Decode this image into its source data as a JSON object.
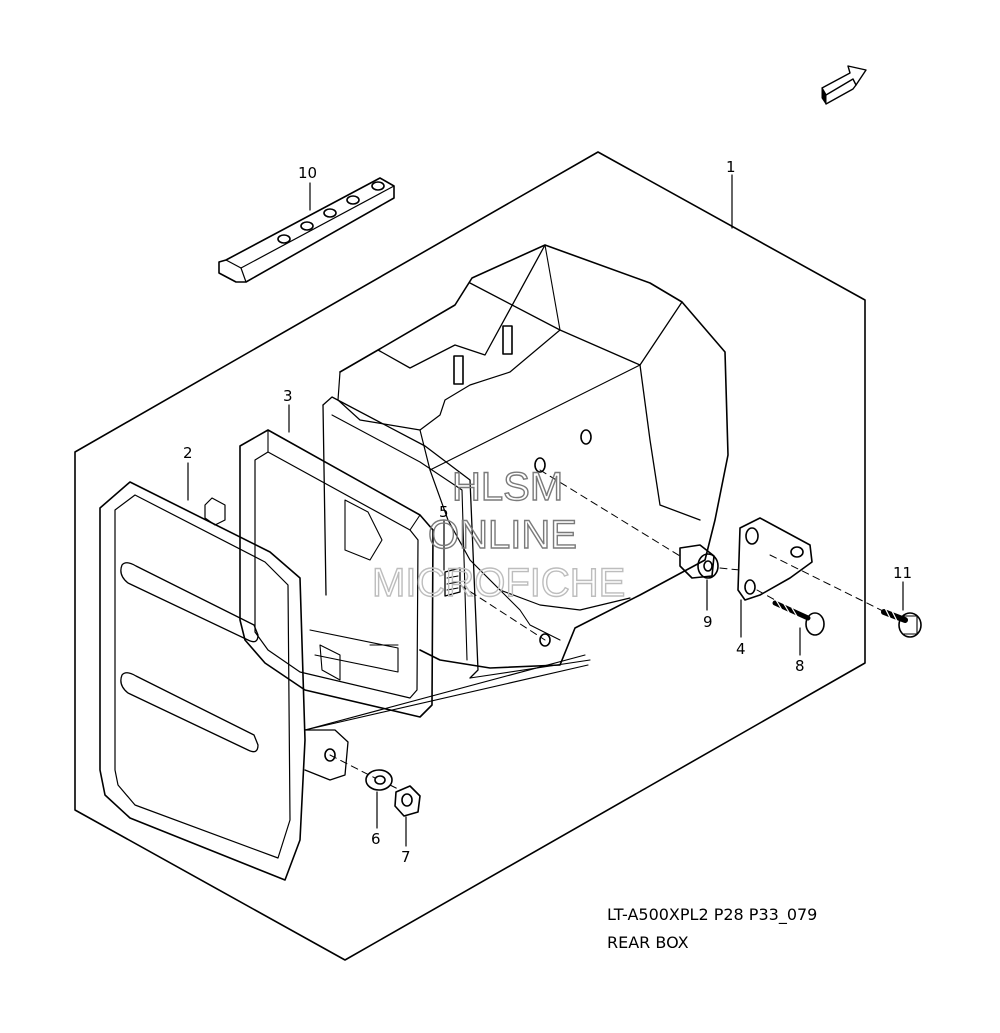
{
  "fwd_label": "FWD",
  "callouts": [
    {
      "id": "1",
      "label": "1"
    },
    {
      "id": "2",
      "label": "2"
    },
    {
      "id": "3",
      "label": "3"
    },
    {
      "id": "4",
      "label": "4"
    },
    {
      "id": "5",
      "label": "5"
    },
    {
      "id": "6",
      "label": "6"
    },
    {
      "id": "7",
      "label": "7"
    },
    {
      "id": "8",
      "label": "8"
    },
    {
      "id": "9",
      "label": "9"
    },
    {
      "id": "10",
      "label": "10"
    },
    {
      "id": "11",
      "label": "11"
    }
  ],
  "watermark": {
    "line1": "HLSM",
    "line2": "ONLINE",
    "line3": "MICROFICHE"
  },
  "caption": {
    "code": "LT-A500XPL2 P28 P33_079",
    "title": "REAR BOX"
  }
}
